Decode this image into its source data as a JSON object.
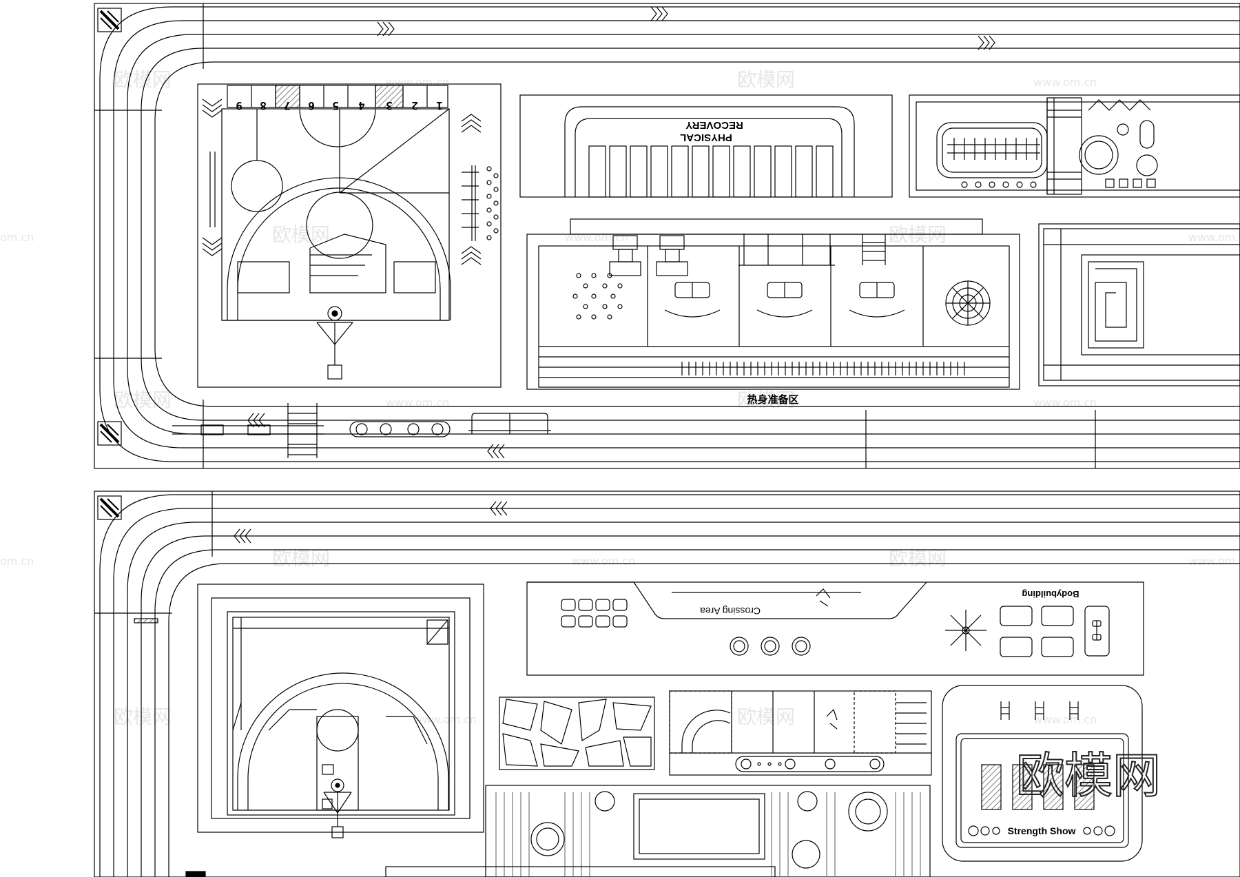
{
  "labels": {
    "physical_recovery_line1": "PHYSICAL",
    "physical_recovery_line2": "RECOVERY",
    "prep_zone": "热身准备区",
    "crossing_area": "Crossing Area",
    "body_building": "Bodybuilding",
    "strength_show": "Strength Show",
    "lane_numbers": [
      "1",
      "2",
      "3",
      "4",
      "5",
      "6",
      "7",
      "8",
      "9"
    ]
  },
  "watermark": {
    "brand": "欧模网",
    "url": "www.om.cn",
    "url_fragment": "om.cn"
  },
  "colors": {
    "line": "#000000",
    "hatch": "#555555",
    "watermark": "#e6e6e6",
    "background": "#ffffff"
  },
  "icons": [
    "chevron-right-icon",
    "chevron-left-icon",
    "chevron-up-icon",
    "chevron-down-icon",
    "basketball-hoop-icon",
    "ladder-icon",
    "spider-web-icon",
    "dumbbell-icon",
    "maze-icon",
    "burst-icon"
  ]
}
